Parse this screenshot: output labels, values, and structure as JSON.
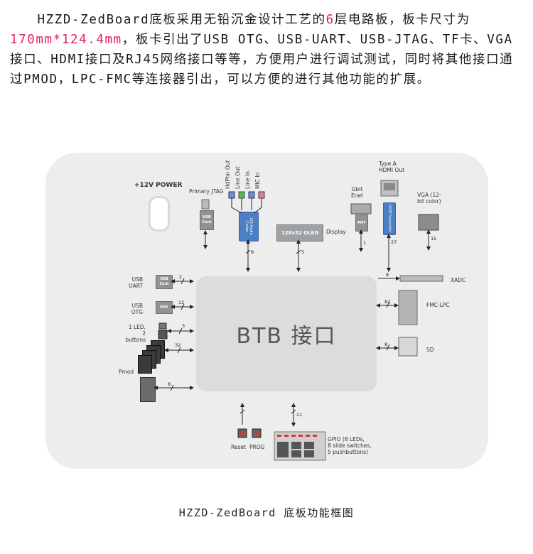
{
  "intro": {
    "p1": "HZZD-ZedBoard底板采用无铅沉金设计工艺的",
    "layers": "6",
    "p2": "层电路板，板卡尺寸为",
    "size": "170mm*124.4mm",
    "p3": "，板卡引出了USB OTG、USB-UART、USB-JTAG、TF卡、VGA接口、HDMI接口及RJ45网络接口等等，方便用户进行调试测试，同时将其他接口通过PMOD，LPC-FMC等连接器引出，可以方便的进行其他功能的扩展。"
  },
  "diagram": {
    "center": "BTB 接口",
    "power": "+12V POWER",
    "jtag": "Primary JTAG",
    "jtag_chip": "USB\nCont",
    "audio_labels": [
      "HdPhn Out",
      "Line Out",
      "Line In",
      "MIC In"
    ],
    "audio_chip": "I2S Audio\nCodec",
    "oled": "128x32 OLED",
    "display": "Display",
    "enet": "Gbit\nEnet",
    "enet_chip": "PHY",
    "hdmi": "Type A\nHDMI Out",
    "hdmi_chip": "HDMI\nTransmitter",
    "vga": "VGA (12-\nbit color)",
    "usb_uart": "USB\nUART",
    "usb_uart_chip": "USB\nCont",
    "usb_otg": "USB\nOTG",
    "usb_otg_chip": "PHY",
    "leds": "1 LED,\n2 buttons",
    "pmod": "Pmod",
    "xadc": "XADC",
    "fmc": "FMC-LPC",
    "sd": "SD",
    "reset": "Reset",
    "prog": "PROG",
    "gpio": "GPIO (8 LEDs,\n8 slide switches,\n5 pushbuttons)",
    "buses": {
      "uart": "2",
      "otg": "12",
      "led": "3",
      "pmod": "32",
      "pmod2": "8",
      "xadc": "8",
      "fmc": "82",
      "sd": "8",
      "audio": "8",
      "oled": "5",
      "enet": "1",
      "hdmi": "27",
      "vga": "15",
      "gpio": "21"
    }
  },
  "caption": "HZZD-ZedBoard 底板功能框图"
}
